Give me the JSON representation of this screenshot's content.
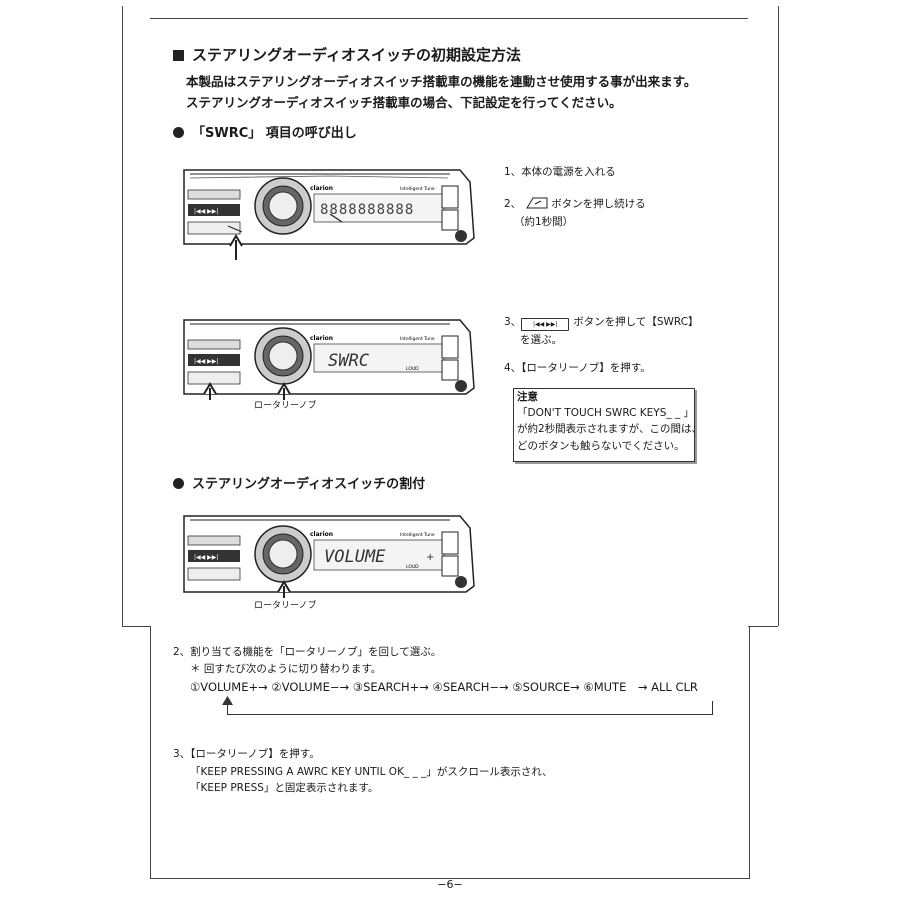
{
  "section": {
    "title": "ステアリングオーディオスイッチの初期設定方法",
    "intro_line1": "本製品はステアリングオーディオスイッチ搭載車の機能を連動させ使用する事が出来ます。",
    "intro_line2": "ステアリングオーディオスイッチ搭載車の場合、下記設定を行ってください。"
  },
  "subsection1": {
    "title": "「SWRC」 項目の呼び出し"
  },
  "steps": {
    "s1": "1、本体の電源を入れる",
    "s2_pre": "2、",
    "s2_post": "ボタンを押し続ける",
    "s2_sub": "（約1秒間）",
    "s3_pre": "3、",
    "s3_post": "ボタンを押して【SWRC】",
    "s3_sub": "を選ぶ。",
    "s4": "4、【ロータリーノブ】を押す。"
  },
  "note": {
    "title": "注意",
    "line1": "「DON'T TOUCH SWRC KEYS_ _ 」",
    "line2": "が約2秒間表示されますが、この間は、",
    "line3": "どのボタンも触らないでください。"
  },
  "radio": {
    "brand": "clarion",
    "tagline": "Intelligent Tune",
    "display1": "8888888888",
    "display2": "SWRC",
    "display3": "VOLUME",
    "loud": "LOUD",
    "knob_caption": "ロータリーノブ"
  },
  "subsection2": {
    "title": "ステアリングオーディオスイッチの割付"
  },
  "lower": {
    "step2": "2、割り当てる機能を「ロータリーノブ」を回して選ぶ。",
    "step2_note": "＊ 回すたび次のように切り替わります。",
    "sequence": "①VOLUME+→ ②VOLUME−→ ③SEARCH+→ ④SEARCH−→ ⑤SOURCE→ ⑥MUTE　→ ALL CLR",
    "step3": "3、【ロータリーノブ】を押す。",
    "step3_line1": "「KEEP PRESSING A AWRC KEY UNTIL OK_ _ _」がスクロール表示され、",
    "step3_line2": "「KEEP PRESS」と固定表示されます。"
  },
  "page_number": "−6−"
}
